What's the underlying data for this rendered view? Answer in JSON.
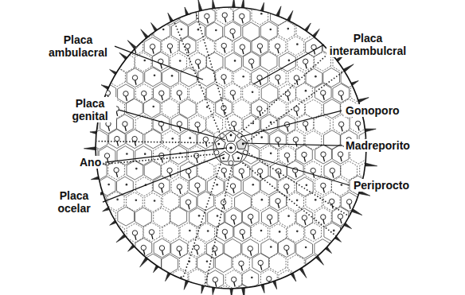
{
  "diagram": {
    "labels": [
      "Placa ambulacral",
      "Placa interambulcral",
      "Placa genital",
      "Gonoporo",
      "Ano",
      "Madreporito",
      "Placa ocelar",
      "Periprocto"
    ]
  }
}
